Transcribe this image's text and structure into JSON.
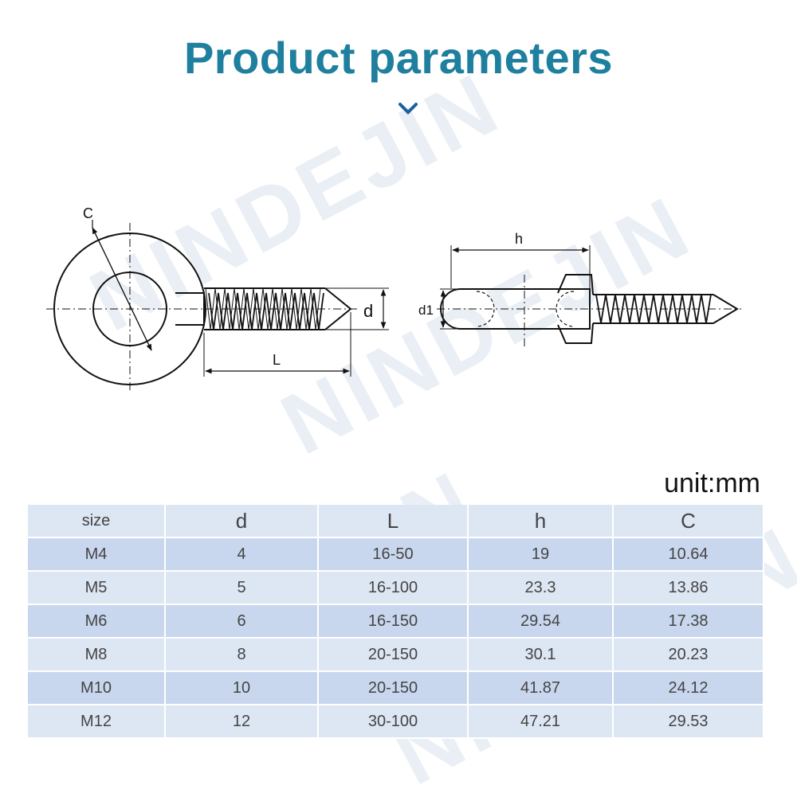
{
  "page": {
    "title": "Product parameters",
    "watermark": "NINDEJIN",
    "unit": "unit:mm"
  },
  "diagram": {
    "label_c": "C",
    "label_d": "d",
    "label_L": "L",
    "label_h": "h",
    "label_d1": "d1"
  },
  "table": {
    "headers": [
      "size",
      "d",
      "L",
      "h",
      "C"
    ],
    "rows": [
      [
        "M4",
        "4",
        "16-50",
        "19",
        "10.64"
      ],
      [
        "M5",
        "5",
        "16-100",
        "23.3",
        "13.86"
      ],
      [
        "M6",
        "6",
        "16-150",
        "29.54",
        "17.38"
      ],
      [
        "M8",
        "8",
        "20-150",
        "30.1",
        "20.23"
      ],
      [
        "M10",
        "10",
        "20-150",
        "41.87",
        "24.12"
      ],
      [
        "M12",
        "12",
        "30-100",
        "47.21",
        "29.53"
      ]
    ]
  },
  "colors": {
    "title": "#1e7f9e",
    "table_row_dark": "#c9d7ee",
    "table_row_light": "#dde6f3"
  }
}
